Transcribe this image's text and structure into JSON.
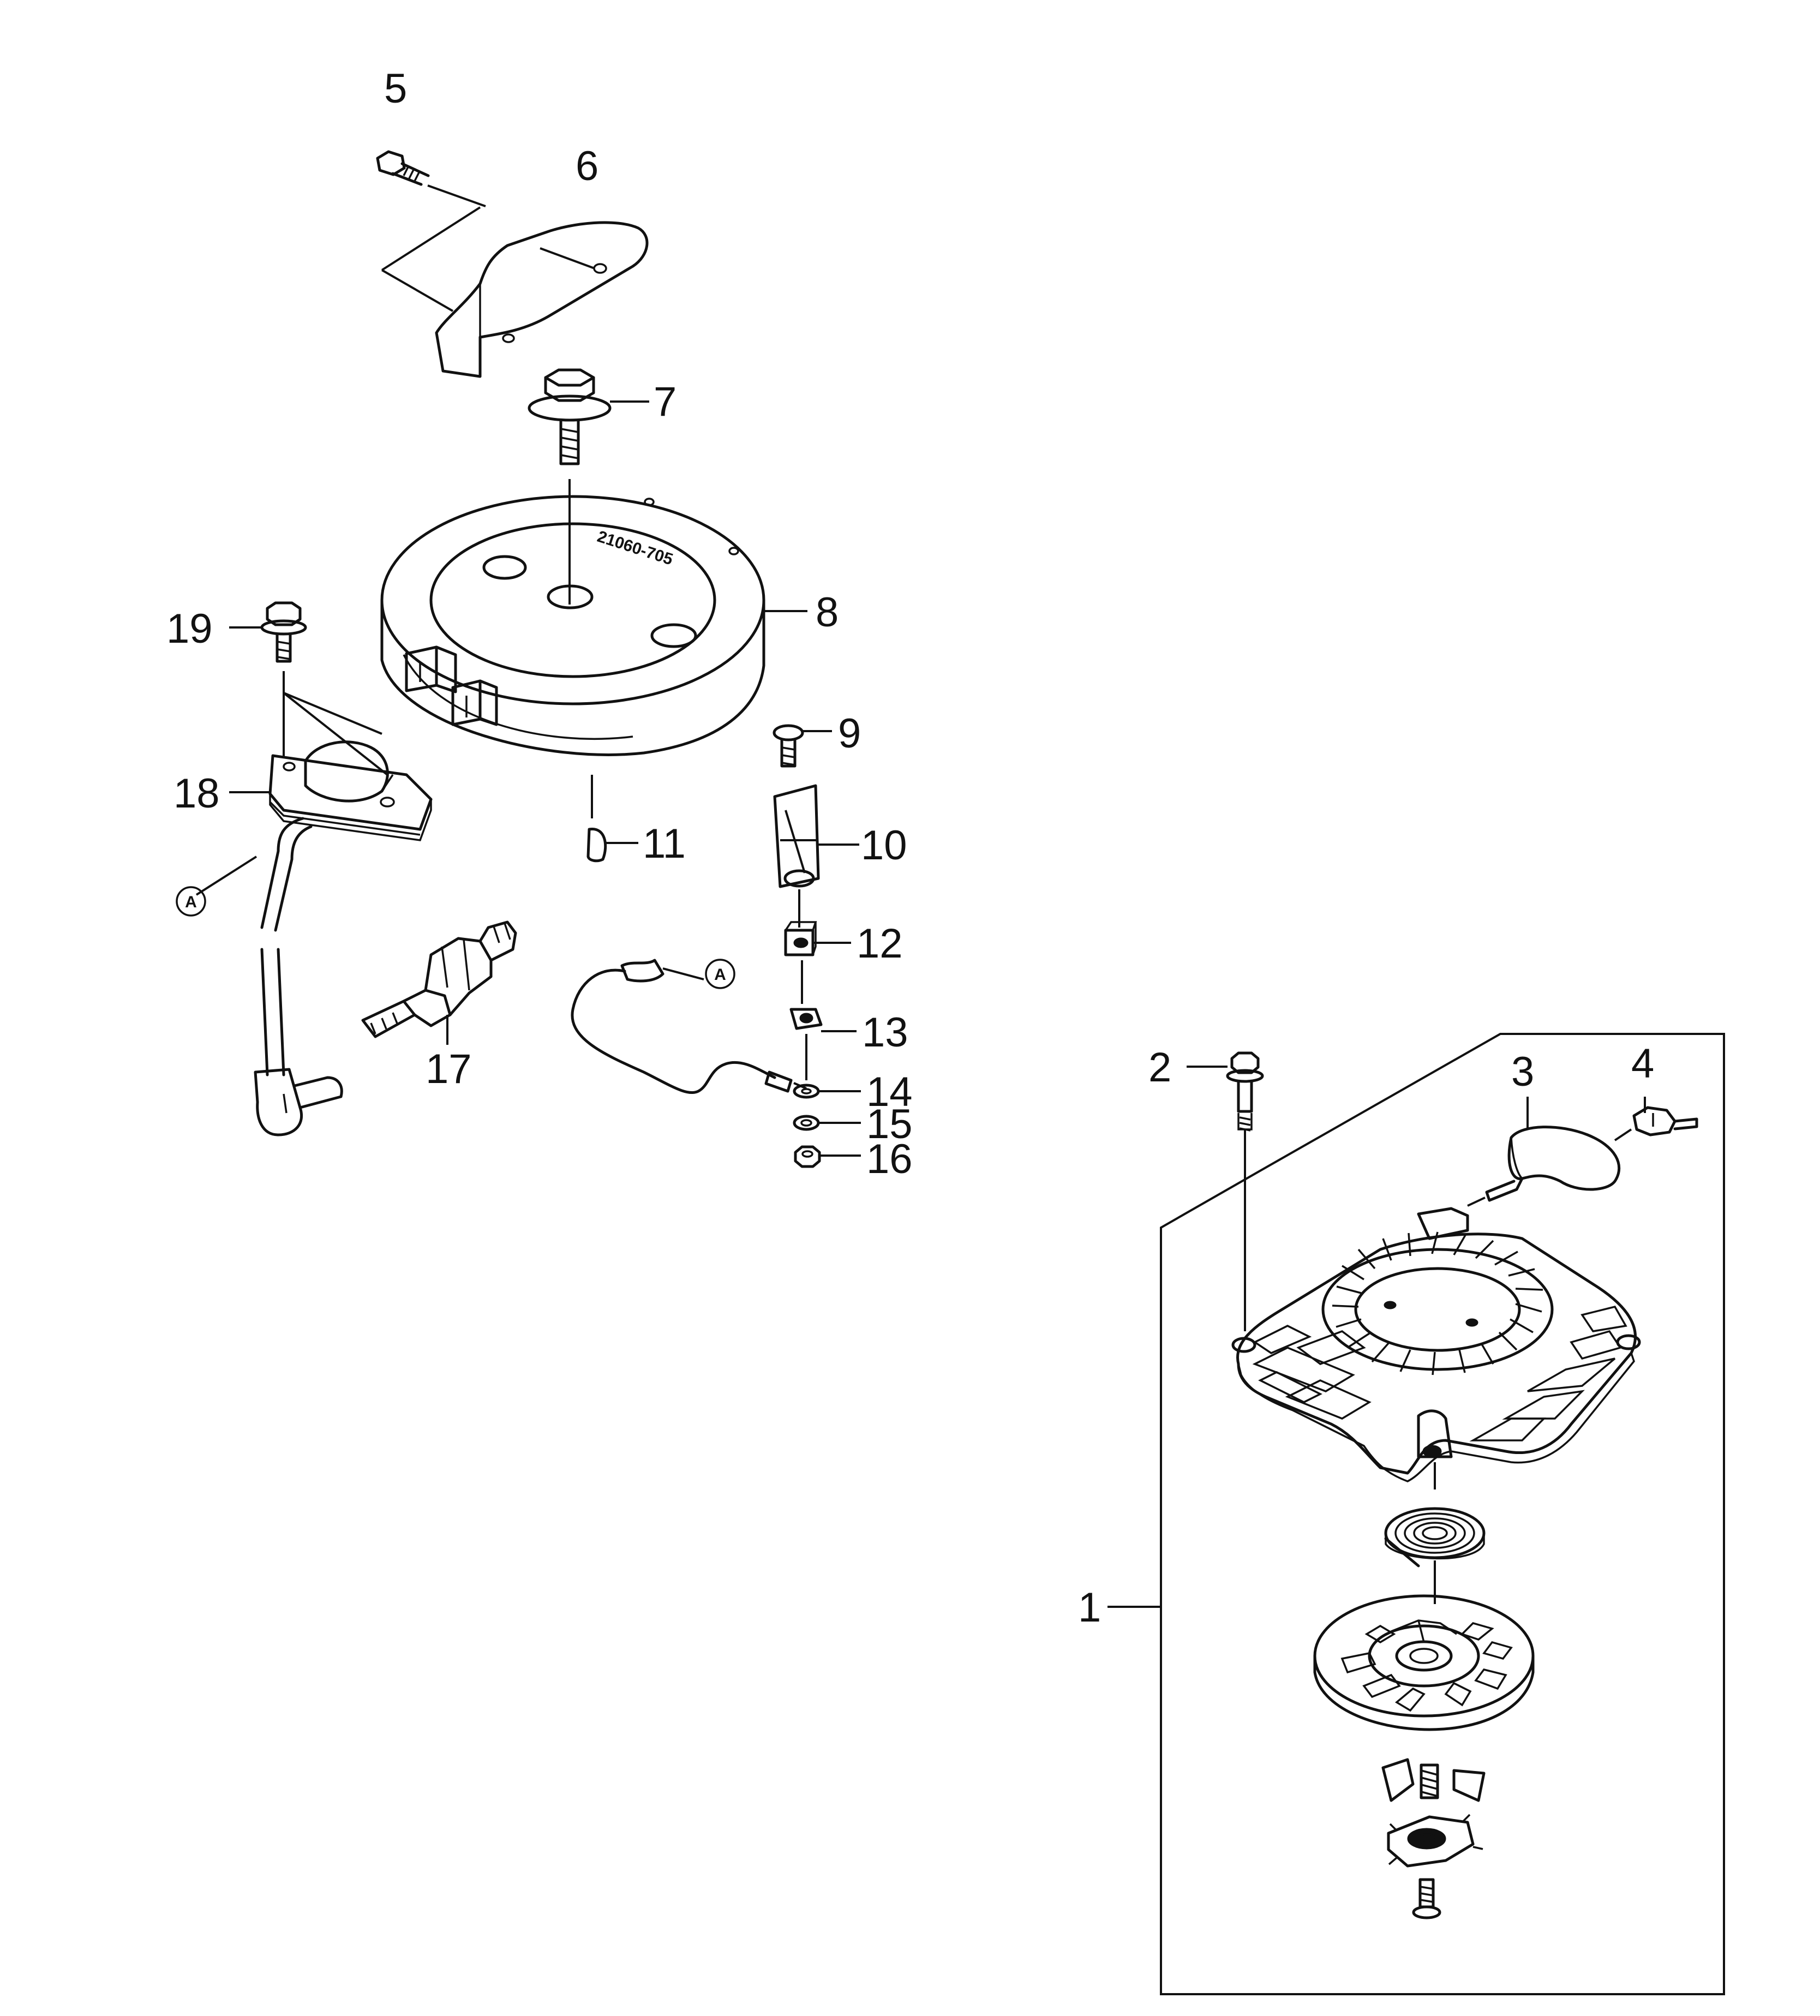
{
  "diagram": {
    "callouts": {
      "p1": "1",
      "p2": "2",
      "p3": "3",
      "p4": "4",
      "p5": "5",
      "p6": "6",
      "p7": "7",
      "p8": "8",
      "p9": "9",
      "p10": "10",
      "p11": "11",
      "p12": "12",
      "p13": "13",
      "p14": "14",
      "p15": "15",
      "p16": "16",
      "p17": "17",
      "p18": "18",
      "p19": "19"
    },
    "connector_label": "A",
    "flywheel_stamp": "21060-705"
  }
}
